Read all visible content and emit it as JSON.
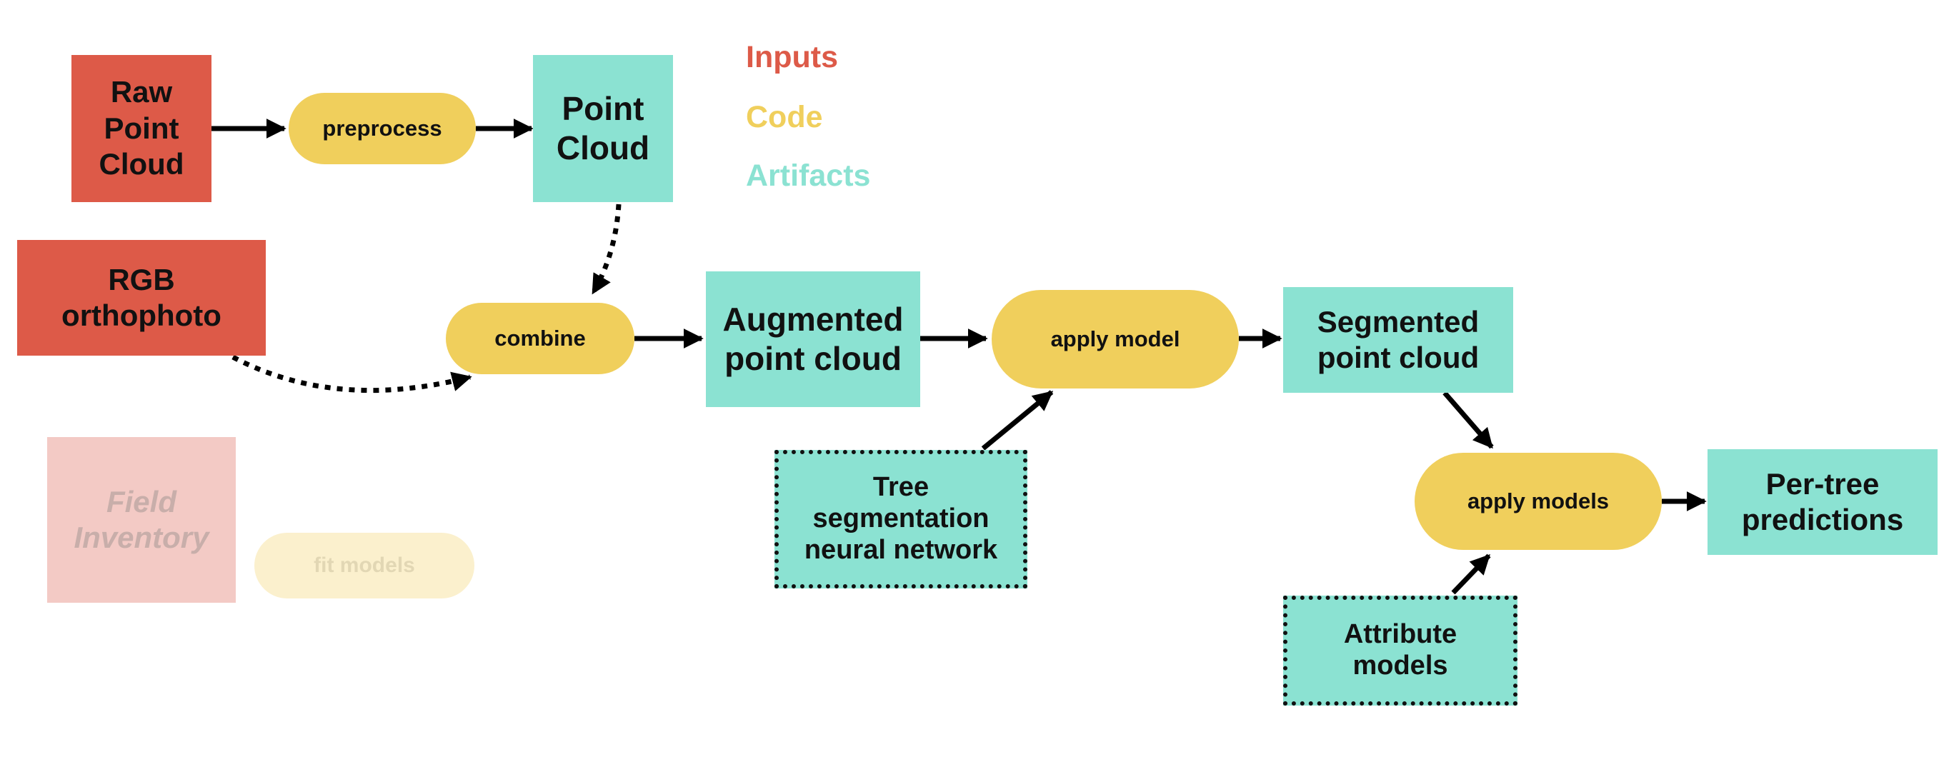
{
  "legend": {
    "inputs": "Inputs",
    "code": "Code",
    "artifacts": "Artifacts"
  },
  "nodes": {
    "raw_point_cloud": "Raw\nPoint\nCloud",
    "rgb_orthophoto": "RGB\northophoto",
    "field_inventory": "Field\nInventory",
    "preprocess": "preprocess",
    "point_cloud": "Point\nCloud",
    "combine": "combine",
    "fit_models": "fit models",
    "augmented_point_cloud": "Augmented\npoint cloud",
    "apply_model": "apply model",
    "tree_segmentation_nn": "Tree\nsegmentation\nneural network",
    "segmented_point_cloud": "Segmented\npoint cloud",
    "apply_models": "apply models",
    "attribute_models": "Attribute\nmodels",
    "per_tree_predictions": "Per-tree\npredictions"
  },
  "colors": {
    "inputs": "#dd5a48",
    "code": "#f0cf5c",
    "artifacts": "#8be2d2",
    "faded_inputs": "#f3cac5",
    "faded_code": "#fbf0cd",
    "arrow": "#000000"
  }
}
